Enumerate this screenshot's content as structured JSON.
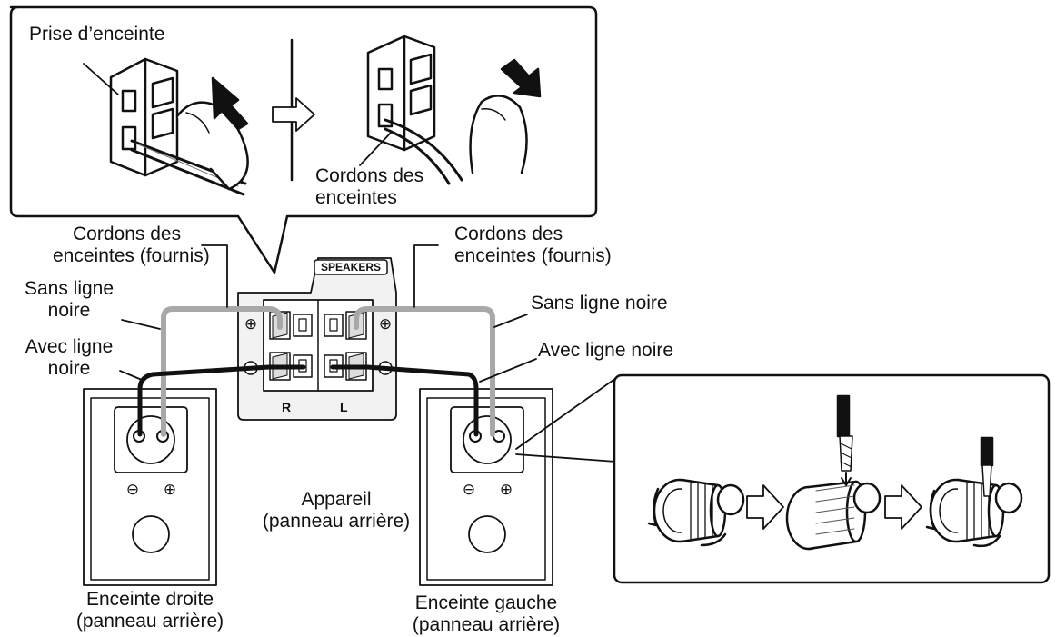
{
  "inset_top": {
    "label_jack": "Prise d’enceinte",
    "label_cords_line1": "Cordons des",
    "label_cords_line2": "enceintes"
  },
  "main": {
    "cords_left_line1": "Cordons des",
    "cords_left_line2": "enceintes (fournis)",
    "cords_right_line1": "Cordons des",
    "cords_right_line2": "enceintes (fournis)",
    "no_line_left_line1": "Sans ligne",
    "no_line_left_line2": "noire",
    "no_line_right": "Sans ligne noire",
    "with_line_left_line1": "Avec ligne",
    "with_line_left_line2": "noire",
    "with_line_right": "Avec ligne noire",
    "panel_badge": "SPEAKERS",
    "channel_r": "R",
    "channel_l": "L",
    "plus_symbol": "⊕",
    "minus_symbol": "⊖",
    "unit_line1": "Appareil",
    "unit_line2": "(panneau arrière)",
    "right_speaker_line1": "Enceinte droite",
    "right_speaker_line2": "(panneau arrière)",
    "left_speaker_line1": "Enceinte gauche",
    "left_speaker_line2": "(panneau arrière)"
  },
  "colors": {
    "ink": "#111111",
    "grey_wire": "#a8a8a8",
    "black_wire": "#111111",
    "panel_fill": "#f2f2f2"
  }
}
